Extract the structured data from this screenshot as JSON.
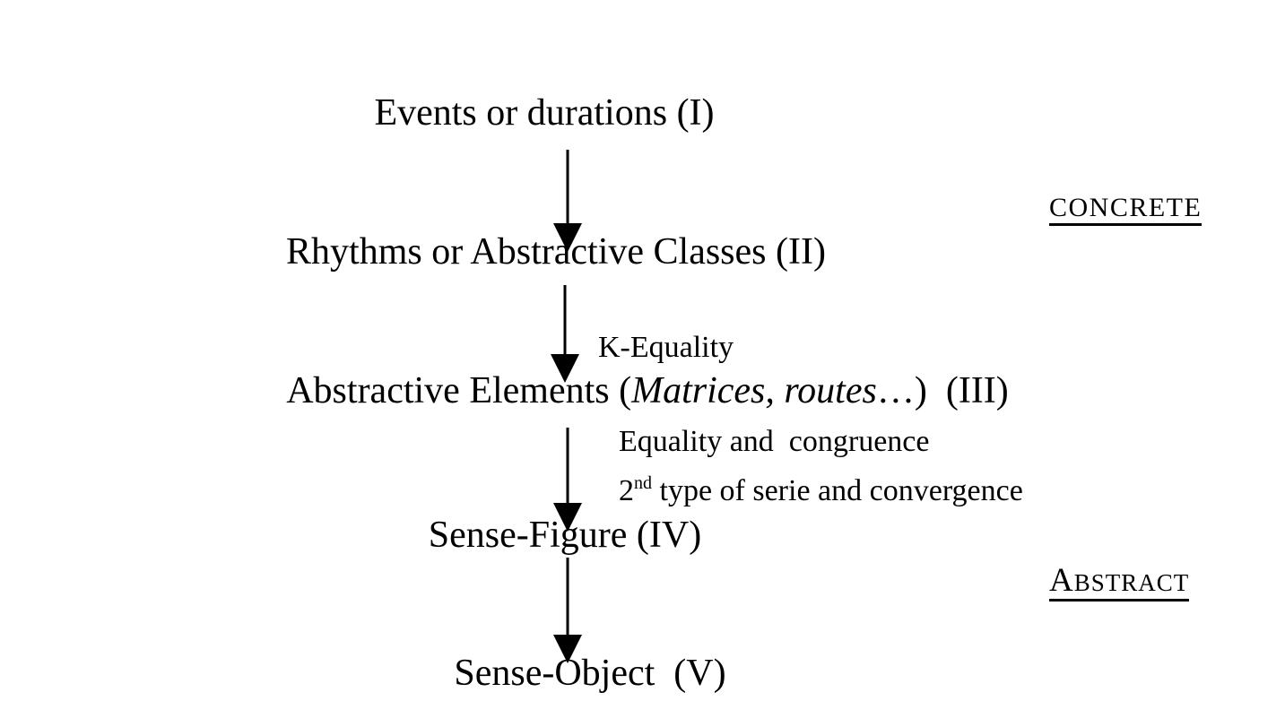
{
  "diagram": {
    "background_color": "#ffffff",
    "text_color": "#000000",
    "nodes": [
      {
        "id": "I",
        "label": "Events or durations (I)"
      },
      {
        "id": "II",
        "label": "Rhythms or Abstractive Classes (II)"
      },
      {
        "id": "III",
        "label_prefix": "Abstractive Elements (",
        "label_italic": "Matrices, routes",
        "label_suffix": "…)  (III)"
      },
      {
        "id": "IV",
        "label": "Sense-Figure (IV)"
      },
      {
        "id": "V",
        "label": "Sense-Object  (V)"
      }
    ],
    "edges": [
      {
        "from": "I",
        "to": "II",
        "label": ""
      },
      {
        "from": "II",
        "to": "III",
        "label": "K-Equality"
      },
      {
        "from": "III",
        "to": "IV",
        "label_line1": "Equality and  congruence",
        "label_line2_base": "2",
        "label_line2_sup": "nd",
        "label_line2_rest": " type of serie and convergence"
      },
      {
        "from": "IV",
        "to": "V",
        "label": ""
      }
    ],
    "side_labels": {
      "top": "CONCRETE",
      "bottom": "ABSTRACT"
    }
  }
}
